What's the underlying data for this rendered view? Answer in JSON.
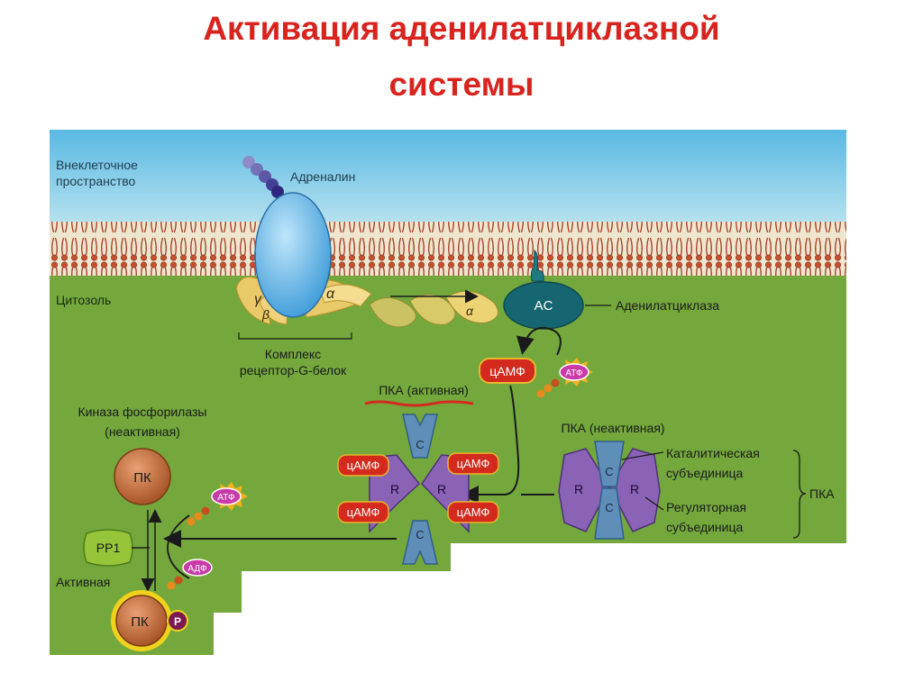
{
  "title": {
    "line1": "Активация аденилатциклазной",
    "line2": "системы"
  },
  "labels": {
    "extracellular_1": "Внеклеточное",
    "extracellular_2": "пространство",
    "adrenaline": "Адреналин",
    "cytosol": "Цитозоль",
    "adenylate_cyclase": "Аденилатциклаза",
    "ac": "AC",
    "complex_1": "Комплекс",
    "complex_2": "рецептор-G-белок",
    "gamma": "γ",
    "beta": "β",
    "alpha": "α",
    "camp": "цАМФ",
    "atp": "АТФ",
    "adp": "АДФ",
    "pka_active": "ПКА (активная)",
    "pka_inactive": "ПКА (неактивная)",
    "kinase_1": "Киназа фосфорилазы",
    "kinase_2": "(неактивная)",
    "pk": "ПК",
    "pp1": "PP1",
    "active": "Активная",
    "p": "P",
    "catalytic_1": "Каталитическая",
    "catalytic_2": "субъединица",
    "regulatory_1": "Регуляторная",
    "regulatory_2": "субъединица",
    "pka": "ПКА",
    "r": "R",
    "c": "C"
  },
  "colors": {
    "title": "#d8231e",
    "sky": "#6fc2e6",
    "cytosol": "#74a83c",
    "membrane": "#b5442a",
    "receptor": "#5ab0e6",
    "gprotein": "#e9c96a",
    "adenylate_cyclase": "#156670",
    "camp_badge": "#d42a1e",
    "pka_regulatory": "#8a62b6",
    "pka_catalytic": "#5f8fb8",
    "pk": "#c56a35",
    "pp1": "#96c53a"
  }
}
